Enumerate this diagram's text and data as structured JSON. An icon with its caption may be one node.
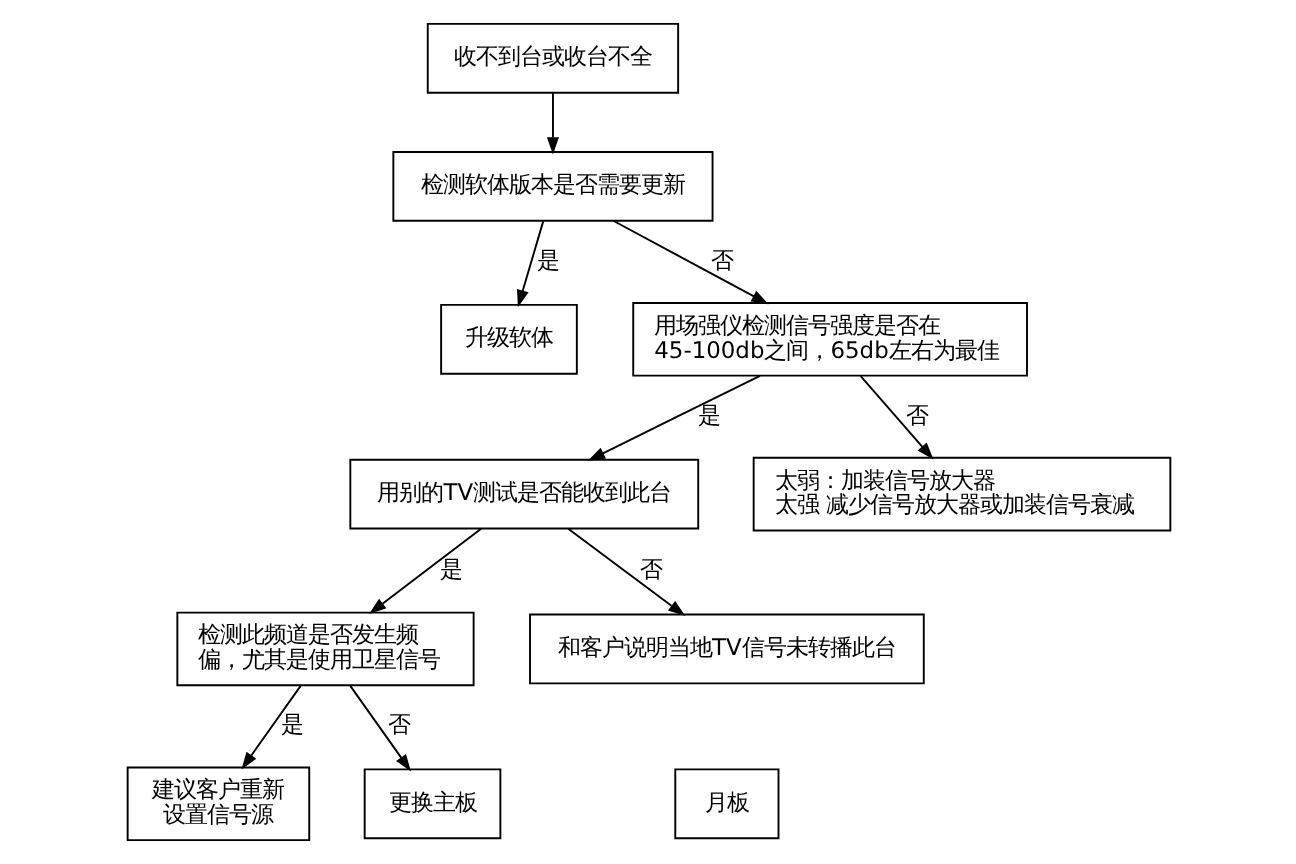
{
  "diagram": {
    "nodes": [
      {
        "text": [
          "收不到台或收台不全"
        ]
      },
      {
        "text": [
          "检测软体版本是否需要更新"
        ]
      },
      {
        "text": [
          "升级软体"
        ]
      },
      {
        "text": [
          "用场强仪检测信号强度是否在45-100db之间，65db左右为最佳"
        ]
      },
      {
        "text": [
          "用别的TV测试是否能收到此台"
        ]
      },
      {
        "text": [
          "太弱：加装信号放大器",
          "太强 减少信号放大器或加装信号衰减"
        ]
      },
      {
        "text": [
          "检测此频道是否发生频偏，尤其是使用卫星信号"
        ]
      },
      {
        "text": [
          "和客户说明当地TV信号未转播此台"
        ]
      },
      {
        "text": [
          "建议客户重新设置信号源"
        ]
      },
      {
        "text": [
          "更换主板"
        ]
      },
      {
        "text": [
          "月板"
        ]
      }
    ],
    "edges": [
      {
        "from": 0,
        "to": 1,
        "arrow": "to"
      },
      {
        "from": 1,
        "to": 2,
        "arrow": "to",
        "label": "是"
      },
      {
        "from": 1,
        "to": 3,
        "arrow": "to",
        "label": "否"
      },
      {
        "from": 3,
        "to": 4,
        "arrow": "to",
        "label": "是"
      },
      {
        "from": 3,
        "to": 5,
        "arrow": "to",
        "label": "否"
      },
      {
        "from": 4,
        "to": 6,
        "arrow": "to",
        "label": "是"
      },
      {
        "from": 4,
        "to": 7,
        "arrow": "to",
        "label": "否"
      },
      {
        "from": 6,
        "to": 8,
        "arrow": "to",
        "label": "是"
      },
      {
        "from": 6,
        "to": 9,
        "arrow": "to",
        "label": "否"
      }
    ]
  }
}
